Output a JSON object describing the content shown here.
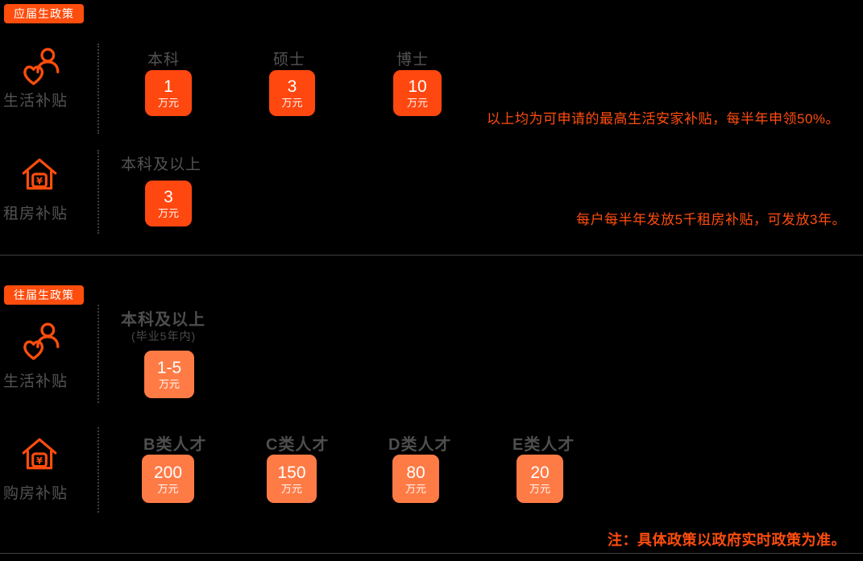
{
  "colors": {
    "background": "#000000",
    "accent": "#ff4d0d",
    "box_dark": "#ff4710",
    "box_light": "#ff7b46",
    "label_gray": "#535353",
    "divider_gray": "#3f3f3f"
  },
  "badges": {
    "fresh": "应届生政策",
    "previous": "往届生政策"
  },
  "fresh": {
    "living": {
      "row_label": "生活补贴",
      "unit": "万元",
      "items": [
        {
          "label": "本科",
          "value": "1"
        },
        {
          "label": "硕士",
          "value": "3"
        },
        {
          "label": "博士",
          "value": "10"
        }
      ],
      "note": "以上均为可申请的最高生活安家补贴，每半年申领50%。"
    },
    "rent": {
      "row_label": "租房补贴",
      "unit": "万元",
      "items": [
        {
          "label": "本科及以上",
          "value": "3"
        }
      ],
      "note": "每户每半年发放5千租房补贴，可发放3年。"
    }
  },
  "previous": {
    "living": {
      "row_label": "生活补贴",
      "unit": "万元",
      "items": [
        {
          "label": "本科及以上",
          "sublabel": "(毕业5年内)",
          "value": "1-5"
        }
      ]
    },
    "purchase": {
      "row_label": "购房补贴",
      "unit": "万元",
      "items": [
        {
          "label": "B类人才",
          "value": "200"
        },
        {
          "label": "C类人才",
          "value": "150"
        },
        {
          "label": "D类人才",
          "value": "80"
        },
        {
          "label": "E类人才",
          "value": "20"
        }
      ]
    }
  },
  "footer_note": "注：具体政策以政府实时政策为准。"
}
